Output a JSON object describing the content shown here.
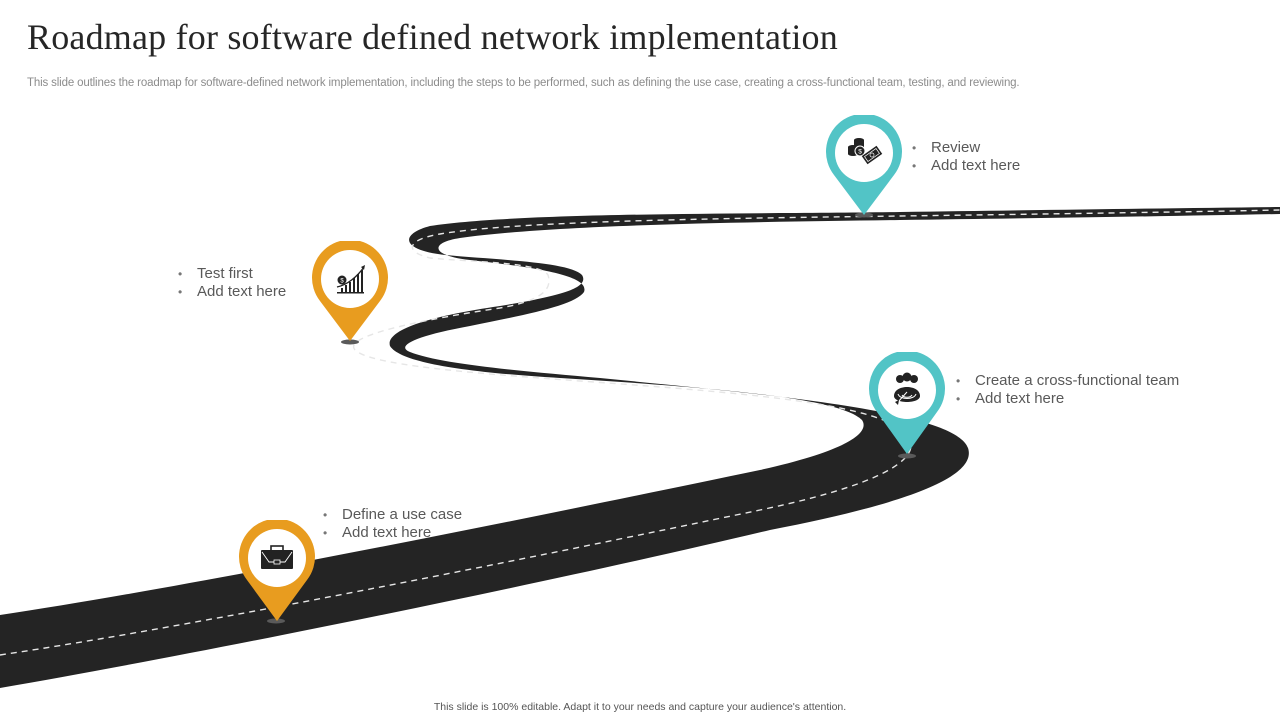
{
  "slide": {
    "title": "Roadmap for software defined network implementation",
    "subtitle": "This slide outlines the roadmap for software-defined network implementation, including the steps to be performed, such as defining the use case, creating a cross-functional team, testing, and reviewing.",
    "footer": "This slide is 100% editable. Adapt it to your needs and capture your audience's attention."
  },
  "colors": {
    "road": "#242424",
    "road_dash": "#e6e6e6",
    "orange": "#E89C1F",
    "teal": "#52C4C6",
    "text": "#595959"
  },
  "milestones": [
    {
      "id": "define",
      "icon": "briefcase-icon",
      "color": "orange",
      "items": [
        "Define a use case",
        "Add text here"
      ]
    },
    {
      "id": "team",
      "icon": "team-target-icon",
      "color": "teal",
      "items": [
        "Create a cross-functional team",
        "Add text here"
      ]
    },
    {
      "id": "test",
      "icon": "growth-chart-icon",
      "color": "orange",
      "items": [
        "Test first",
        "Add text here"
      ]
    },
    {
      "id": "review",
      "icon": "money-icon",
      "color": "teal",
      "items": [
        "Review",
        "Add text here"
      ]
    }
  ]
}
